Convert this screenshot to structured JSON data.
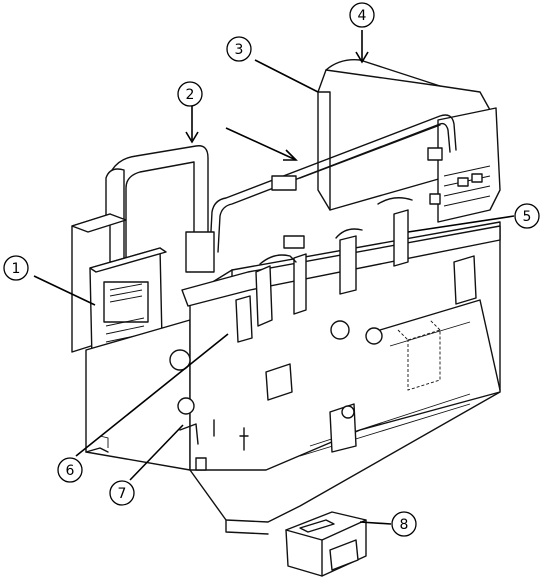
{
  "figure": {
    "style": "black-and-white isometric line drawing of an industrial machine",
    "background": "#ffffff",
    "ink": "#111111"
  },
  "callouts": [
    {
      "id": "1",
      "label": "1"
    },
    {
      "id": "2",
      "label": "2"
    },
    {
      "id": "3",
      "label": "3"
    },
    {
      "id": "4",
      "label": "4"
    },
    {
      "id": "5",
      "label": "5"
    },
    {
      "id": "6",
      "label": "6"
    },
    {
      "id": "7",
      "label": "7"
    },
    {
      "id": "8",
      "label": "8"
    }
  ]
}
